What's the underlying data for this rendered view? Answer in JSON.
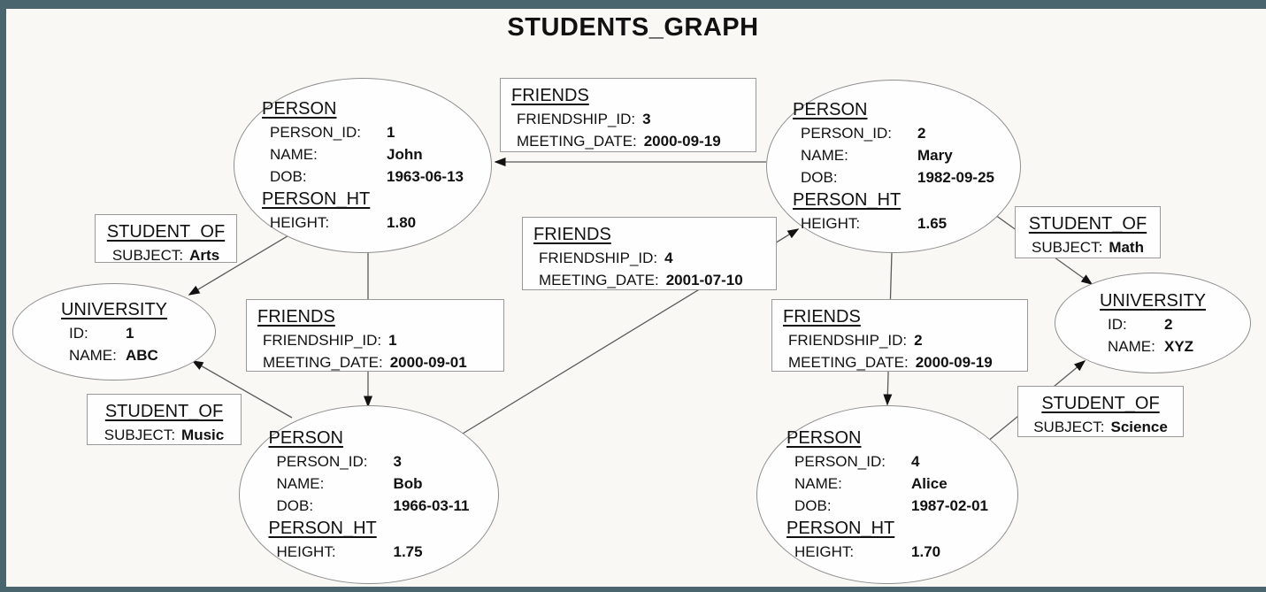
{
  "title": "STUDENTS_GRAPH",
  "colors": {
    "frame": "#4a656e",
    "background": "#faf8f4",
    "node_fill": "#fefefe",
    "node_border": "#8f8f8f",
    "edge": "#5a5a5a",
    "arrow": "#111111"
  },
  "persons": [
    {
      "heading": "PERSON",
      "rows": [
        {
          "label": "PERSON_ID:",
          "value": "1"
        },
        {
          "label": "NAME:",
          "value": "John"
        },
        {
          "label": "DOB:",
          "value": "1963-06-13"
        }
      ],
      "subheading": "PERSON_HT",
      "subrows": [
        {
          "label": "HEIGHT:",
          "value": "1.80"
        }
      ]
    },
    {
      "heading": "PERSON",
      "rows": [
        {
          "label": "PERSON_ID:",
          "value": "2"
        },
        {
          "label": "NAME:",
          "value": "Mary"
        },
        {
          "label": "DOB:",
          "value": "1982-09-25"
        }
      ],
      "subheading": "PERSON_HT",
      "subrows": [
        {
          "label": "HEIGHT:",
          "value": "1.65"
        }
      ]
    },
    {
      "heading": "PERSON",
      "rows": [
        {
          "label": "PERSON_ID:",
          "value": "3"
        },
        {
          "label": "NAME:",
          "value": "Bob"
        },
        {
          "label": "DOB:",
          "value": "1966-03-11"
        }
      ],
      "subheading": "PERSON_HT",
      "subrows": [
        {
          "label": "HEIGHT:",
          "value": "1.75"
        }
      ]
    },
    {
      "heading": "PERSON",
      "rows": [
        {
          "label": "PERSON_ID:",
          "value": "4"
        },
        {
          "label": "NAME:",
          "value": "Alice"
        },
        {
          "label": "DOB:",
          "value": "1987-02-01"
        }
      ],
      "subheading": "PERSON_HT",
      "subrows": [
        {
          "label": "HEIGHT:",
          "value": "1.70"
        }
      ]
    }
  ],
  "universities": [
    {
      "heading": "UNIVERSITY",
      "rows": [
        {
          "label": "ID:",
          "value": "1"
        },
        {
          "label": "NAME:",
          "value": "ABC"
        }
      ]
    },
    {
      "heading": "UNIVERSITY",
      "rows": [
        {
          "label": "ID:",
          "value": "2"
        },
        {
          "label": "NAME:",
          "value": "XYZ"
        }
      ]
    }
  ],
  "friends": [
    {
      "heading": "FRIENDS",
      "rows": [
        {
          "label": "FRIENDSHIP_ID:",
          "value": "3"
        },
        {
          "label": "MEETING_DATE:",
          "value": "2000-09-19"
        }
      ]
    },
    {
      "heading": "FRIENDS",
      "rows": [
        {
          "label": "FRIENDSHIP_ID:",
          "value": "4"
        },
        {
          "label": "MEETING_DATE:",
          "value": "2001-07-10"
        }
      ]
    },
    {
      "heading": "FRIENDS",
      "rows": [
        {
          "label": "FRIENDSHIP_ID:",
          "value": "1"
        },
        {
          "label": "MEETING_DATE:",
          "value": "2000-09-01"
        }
      ]
    },
    {
      "heading": "FRIENDS",
      "rows": [
        {
          "label": "FRIENDSHIP_ID:",
          "value": "2"
        },
        {
          "label": "MEETING_DATE:",
          "value": "2000-09-19"
        }
      ]
    }
  ],
  "student_of": [
    {
      "heading": "STUDENT_OF",
      "label": "SUBJECT:",
      "value": "Arts"
    },
    {
      "heading": "STUDENT_OF",
      "label": "SUBJECT:",
      "value": "Music"
    },
    {
      "heading": "STUDENT_OF",
      "label": "SUBJECT:",
      "value": "Math"
    },
    {
      "heading": "STUDENT_OF",
      "label": "SUBJECT:",
      "value": "Science"
    }
  ]
}
